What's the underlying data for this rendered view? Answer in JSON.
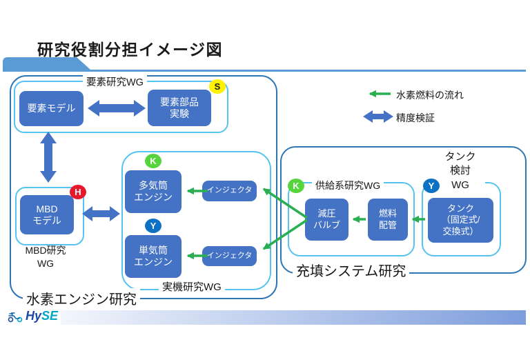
{
  "title": "研究役割分担イメージ図",
  "logo": {
    "hy": "Hy",
    "se": "SE"
  },
  "legend": {
    "hydrogen_flow": "水素燃料の流れ",
    "accuracy_verification": "精度検証"
  },
  "hydrogen_engine_research": {
    "label": "水素エンジン研究",
    "element_research_wg": {
      "label": "要素研究WG",
      "badge": "S",
      "element_model": "要素モデル",
      "element_parts_experiment": "要素部品\n実験"
    },
    "mbd_research_wg": {
      "label": "MBD研究\nWG",
      "badge": "H",
      "mbd_model": "MBD\nモデル"
    },
    "actual_machine_research_wg": {
      "label": "実機研究WG",
      "multi_cylinder_badge": "K",
      "multi_cylinder_engine": "多気筒\nエンジン",
      "injector_top": "インジェクタ",
      "single_cylinder_badge": "Y",
      "single_cylinder_engine": "単気筒\nエンジン",
      "injector_bottom": "インジェクタ"
    }
  },
  "filling_system_research": {
    "label": "充填システム研究",
    "supply_research_wg": {
      "label": "供給系研究WG",
      "badge": "K",
      "pressure_reducing_valve": "減圧\nバルブ",
      "fuel_piping": "燃料\n配管"
    },
    "tank_study_wg": {
      "label": "タンク\n検討\nWG",
      "badge": "Y",
      "tank": "タンク\n（固定式/\n交換式）"
    }
  },
  "colors": {
    "box_blue": "#4472C4",
    "frame_blue": "#2E75B6",
    "frame_light_blue": "#55C3F0",
    "flow_green": "#29AF50",
    "badge_yellow": "#FFF100",
    "badge_red": "#E8182C",
    "badge_green": "#55D43B",
    "badge_blue": "#0C70C5",
    "title_accent": "#5B9BD5"
  }
}
